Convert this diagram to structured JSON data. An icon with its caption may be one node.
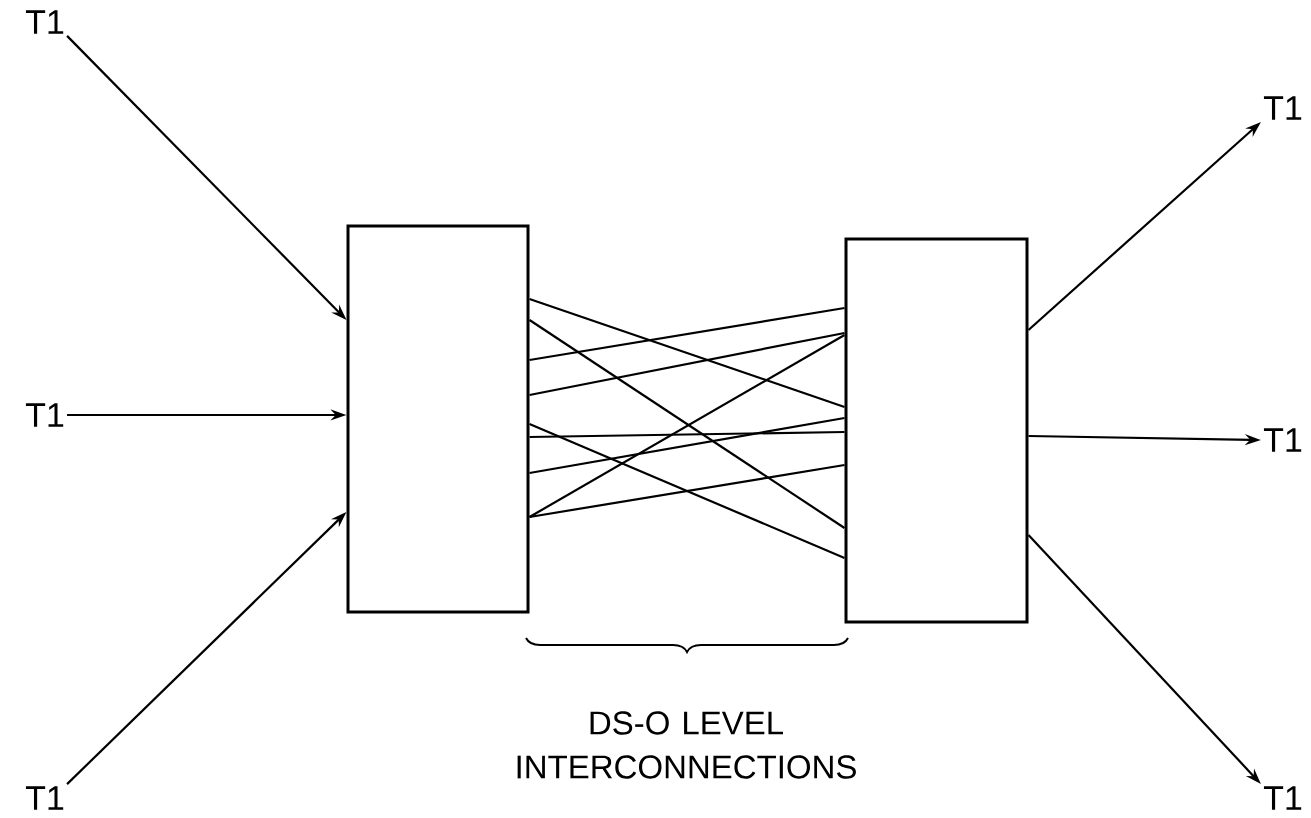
{
  "diagram": {
    "nodes": [
      {
        "text": [
          "T1"
        ]
      },
      {
        "text": [
          "T1"
        ]
      },
      {
        "text": [
          "T1"
        ]
      },
      {
        "text": [],
        "shape": "box"
      },
      {
        "text": [],
        "shape": "box"
      },
      {
        "text": [
          "T1"
        ]
      },
      {
        "text": [
          "T1"
        ]
      },
      {
        "text": [
          "T1"
        ]
      }
    ],
    "edges": [
      {
        "from": 0,
        "to": 3,
        "arrow": "to"
      },
      {
        "from": 1,
        "to": 3,
        "arrow": "to"
      },
      {
        "from": 2,
        "to": 3,
        "arrow": "to"
      },
      {
        "from": 4,
        "to": 5,
        "arrow": "to"
      },
      {
        "from": 4,
        "to": 6,
        "arrow": "to"
      },
      {
        "from": 4,
        "to": 7,
        "arrow": "to"
      },
      {
        "from": 3,
        "to": 4,
        "arrow": "none"
      },
      {
        "from": 3,
        "to": 4,
        "arrow": "none"
      },
      {
        "from": 3,
        "to": 4,
        "arrow": "none"
      },
      {
        "from": 3,
        "to": 4,
        "arrow": "none"
      },
      {
        "from": 3,
        "to": 4,
        "arrow": "none"
      },
      {
        "from": 3,
        "to": 4,
        "arrow": "none"
      },
      {
        "from": 3,
        "to": 4,
        "arrow": "none"
      },
      {
        "from": 3,
        "to": 4,
        "arrow": "none"
      },
      {
        "from": 3,
        "to": 4,
        "arrow": "none"
      }
    ],
    "labels": [
      "DS-O LEVEL INTERCONNECTIONS"
    ]
  }
}
